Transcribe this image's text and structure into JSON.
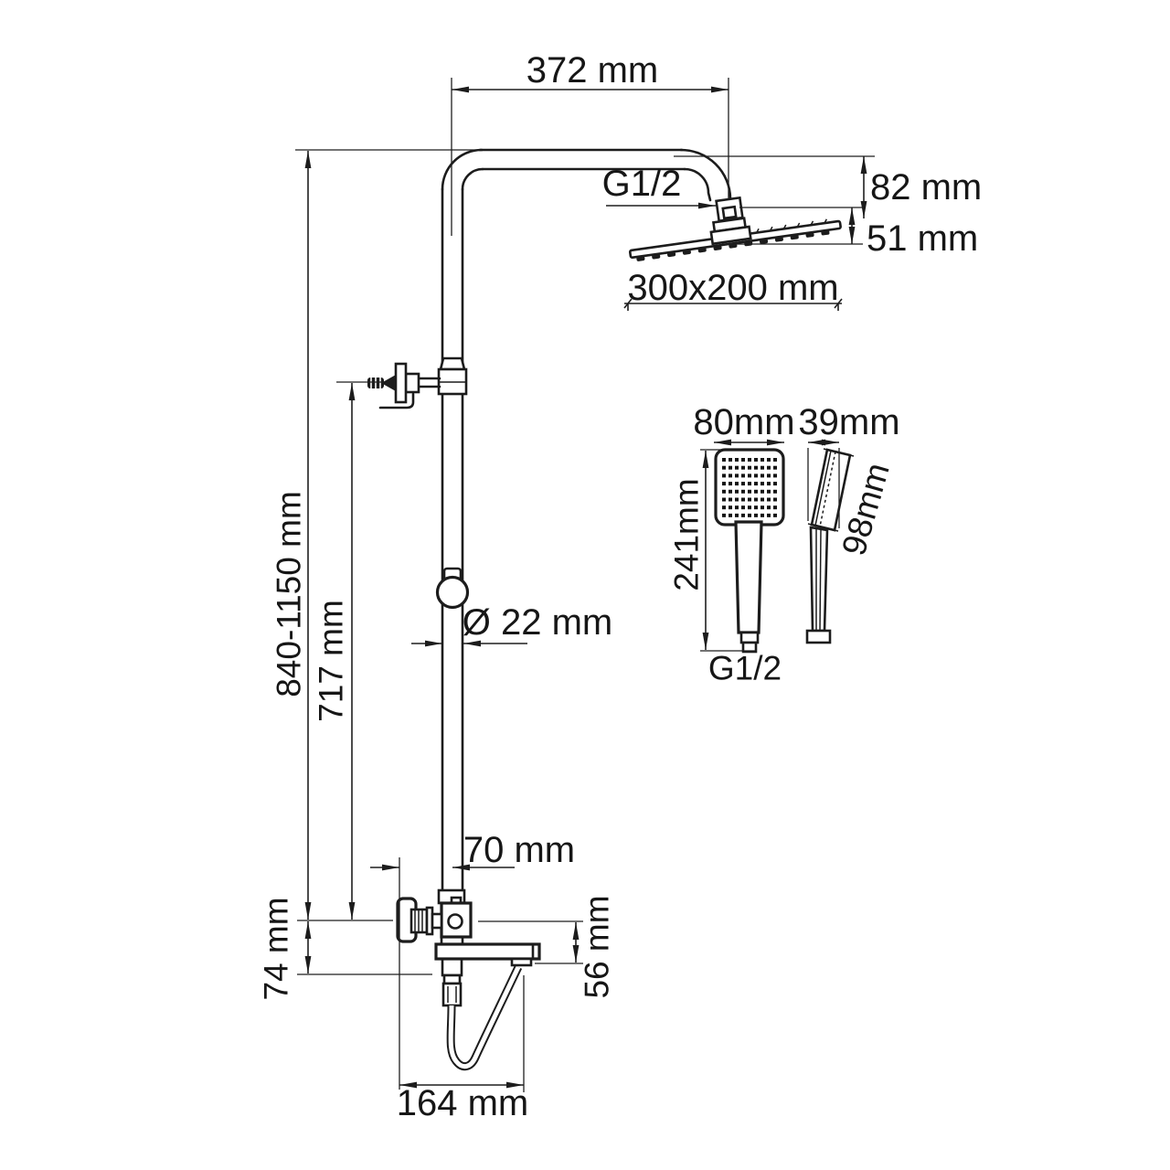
{
  "page": {
    "background": "#ffffff",
    "ink": "#1c1c1c"
  },
  "drawing": {
    "description": "Shower column technical dimension drawing",
    "dimensions": {
      "arm_width": "372 mm",
      "top_connector": "G1/2",
      "head_drop": "82 mm",
      "head_height": "51 mm",
      "head_size": "300x200 mm",
      "column_height_range": "840-1150 mm",
      "bracket_height": "717 mm",
      "pipe_diameter": "Ø 22 mm",
      "valve_offset": "70 mm",
      "spout_drop_left": "74 mm",
      "spout_drop_right": "56 mm",
      "spout_reach": "164 mm"
    },
    "hand_shower": {
      "head_width": "80mm",
      "head_depth": "39mm",
      "total_length": "241mm",
      "head_length": "98mm",
      "connector": "G1/2"
    }
  }
}
